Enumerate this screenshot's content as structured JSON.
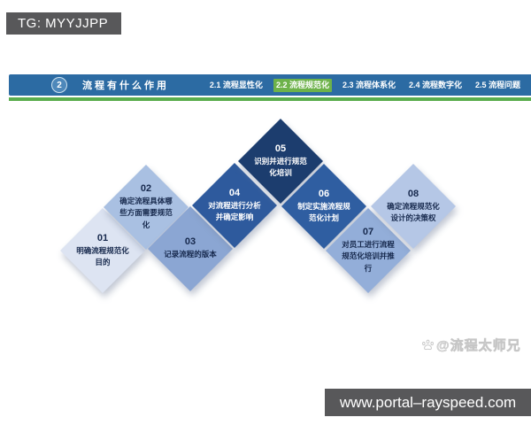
{
  "tag_box": {
    "text": "TG: MYYJJPP"
  },
  "header": {
    "number": "2",
    "title": "流程有什么作用",
    "bar_color": "#2c6ba3",
    "underline_color": "#5bad4e",
    "active_tab_color": "#6db24a",
    "tabs": [
      {
        "label": "2.1 流程显性化",
        "active": false
      },
      {
        "label": "2.2 流程规范化",
        "active": true
      },
      {
        "label": "2.3 流程体系化",
        "active": false
      },
      {
        "label": "2.4 流程数字化",
        "active": false
      },
      {
        "label": "2.5 流程问题",
        "active": false
      }
    ]
  },
  "diagram": {
    "steps": [
      {
        "number": "01",
        "label": "明确流程规范化目的",
        "bg": "#dde4f2",
        "fg": "#17294d"
      },
      {
        "number": "02",
        "label": "确定流程具体哪些方面需要规范化",
        "bg": "#a9c0e2",
        "fg": "#17294d"
      },
      {
        "number": "03",
        "label": "记录流程的版本",
        "bg": "#8ba6d3",
        "fg": "#17294d"
      },
      {
        "number": "04",
        "label": "对流程进行分析并确定影响",
        "bg": "#2e5a9d",
        "fg": "#ffffff"
      },
      {
        "number": "05",
        "label": "识别并进行规范化培训",
        "bg": "#1c3d6e",
        "fg": "#ffffff"
      },
      {
        "number": "06",
        "label": "制定实施流程规范化计划",
        "bg": "#2f5ea1",
        "fg": "#ffffff"
      },
      {
        "number": "07",
        "label": "对员工进行流程规范化培训并推行",
        "bg": "#93aed9",
        "fg": "#17294d"
      },
      {
        "number": "08",
        "label": "确定流程规范化设计的决策权",
        "bg": "#b5c7e6",
        "fg": "#17294d"
      }
    ]
  },
  "watermark": {
    "icon": "paw-icon",
    "text": "@流程太师兄"
  },
  "footer": {
    "url": "www.portal–rayspeed.com"
  }
}
